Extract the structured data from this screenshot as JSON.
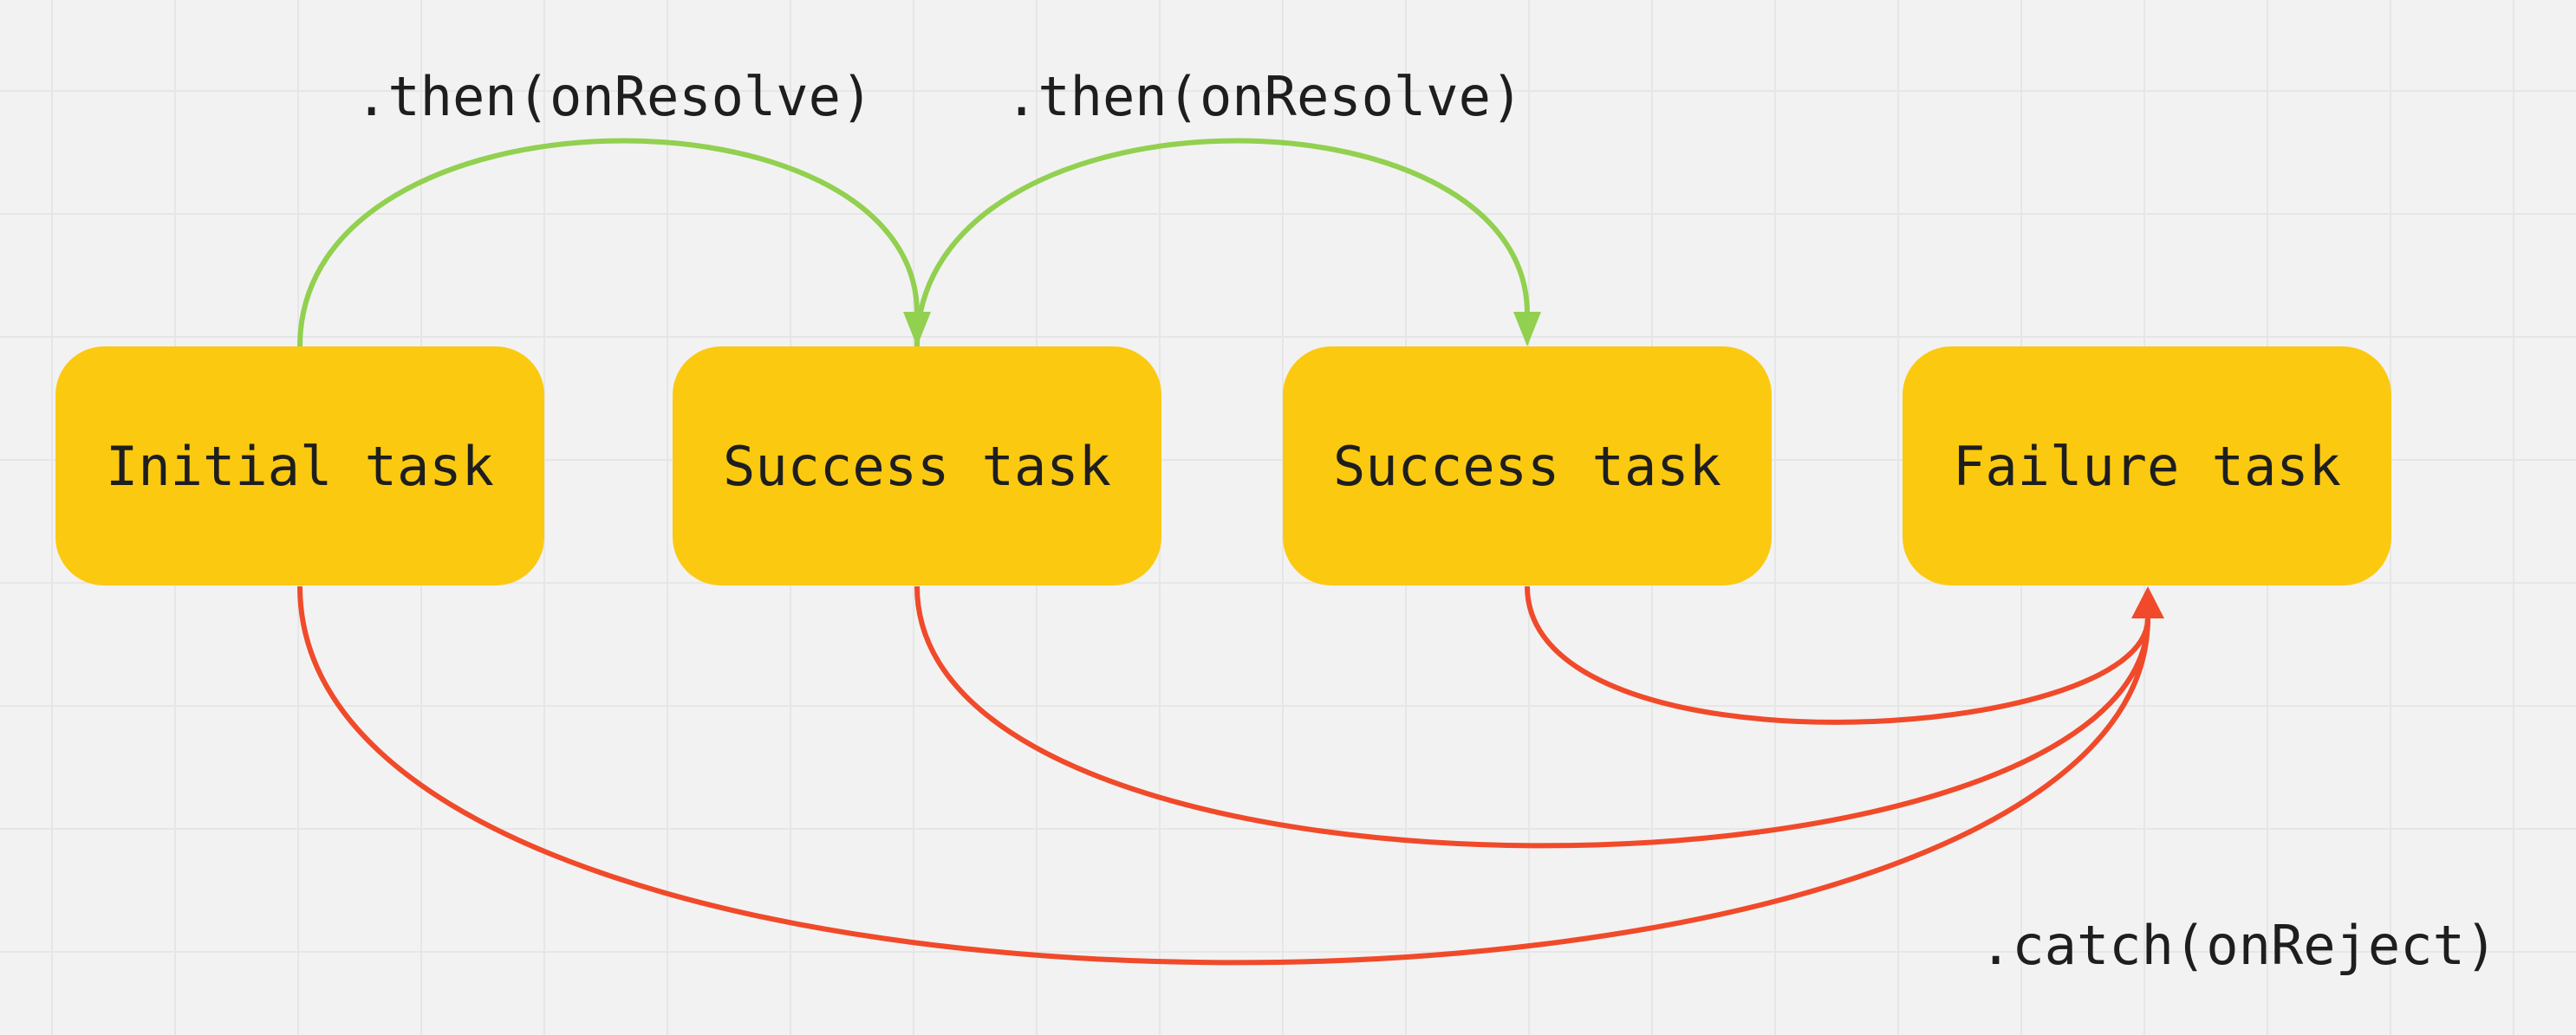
{
  "nodes": [
    {
      "label": "Initial task"
    },
    {
      "label": "Success task"
    },
    {
      "label": "Success task"
    },
    {
      "label": "Failure task"
    }
  ],
  "edge_labels": {
    "then_1": ".then(onResolve)",
    "then_2": ".then(onResolve)",
    "catch": ".catch(onReject)"
  },
  "colors": {
    "node_fill": "#fbc910",
    "resolve_edge": "#92d050",
    "reject_edge": "#f04a2a",
    "background": "#f2f2f2"
  }
}
